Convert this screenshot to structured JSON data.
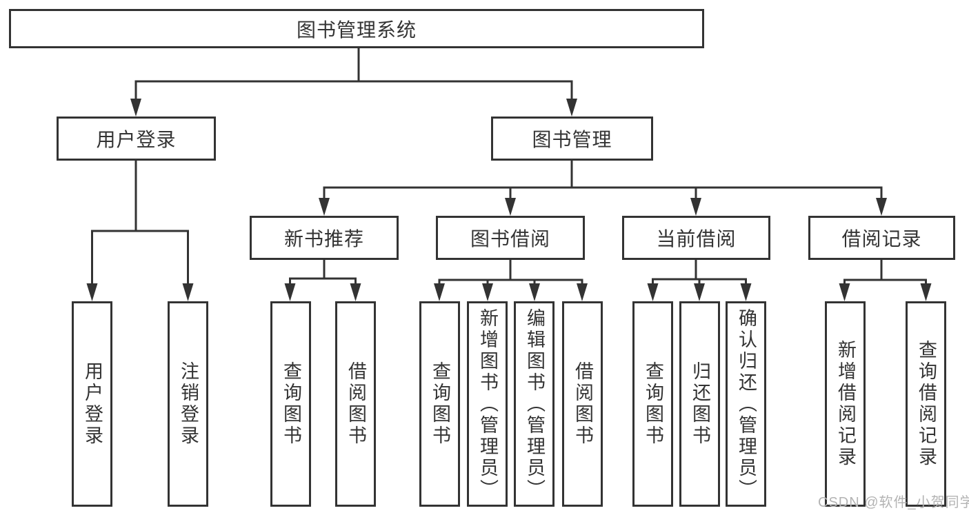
{
  "tree": {
    "label": "图书管理系统",
    "children": [
      {
        "label": "用户登录",
        "children": [
          {
            "label": "用户登录"
          },
          {
            "label": "注销登录"
          }
        ]
      },
      {
        "label": "图书管理",
        "children": [
          {
            "label": "新书推荐",
            "children": [
              {
                "label": "查询图书"
              },
              {
                "label": "借阅图书"
              }
            ]
          },
          {
            "label": "图书借阅",
            "children": [
              {
                "label": "查询图书"
              },
              {
                "label": "新增图书（管理员）"
              },
              {
                "label": "编辑图书（管理员）"
              },
              {
                "label": "借阅图书"
              }
            ]
          },
          {
            "label": "当前借阅",
            "children": [
              {
                "label": "查询图书"
              },
              {
                "label": "归还图书"
              },
              {
                "label": "确认归还（管理员）"
              }
            ]
          },
          {
            "label": "借阅记录",
            "children": [
              {
                "label": "新增借阅记录"
              },
              {
                "label": "查询借阅记录"
              }
            ]
          }
        ]
      }
    ]
  },
  "watermark": "CSDN @软件_小贺同学",
  "colors": {
    "line": "#333333",
    "box_border": "#333333",
    "box_fill": "#ffffff",
    "text": "#333333",
    "watermark": "#b3b3b3",
    "background": "#ffffff"
  }
}
